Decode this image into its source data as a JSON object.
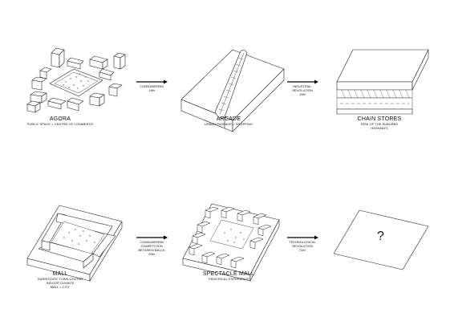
{
  "stages": [
    {
      "id": "agora",
      "title": "AGORA",
      "subtitle": "PUBLIC SPACE = CENTRE OF COMMERCE"
    },
    {
      "id": "arcade",
      "title": "ARCADE",
      "subtitle": "URBAN PASSAGE = SHOPPING"
    },
    {
      "id": "chain",
      "title": "CHAIN STORES",
      "subtitle": "RISE OF THE SUBURBS\nHIGHWAYS"
    },
    {
      "id": "mall",
      "title": "MALL",
      "subtitle": "SURROGATE TOWN CENTER\nINDOOR CLIMATE\nMALL = CITY"
    },
    {
      "id": "spectacle",
      "title": "SPECTACLE MALL",
      "subtitle": "THEATRICAL EXPERIENCE"
    },
    {
      "id": "future",
      "title": "",
      "subtitle": "",
      "symbol": "?"
    }
  ],
  "transitions": [
    {
      "label": "CONSUMERISM\n19th"
    },
    {
      "label": "INDUSTRIAL\nREVOLUTION\n19th"
    },
    {
      "label": "CONSUMERISM\nCOMPETITION\nBETWEEN MALLS\n20th"
    },
    {
      "label": "TECHNOLOGICAL\nREVOLUTION\n21th"
    }
  ]
}
